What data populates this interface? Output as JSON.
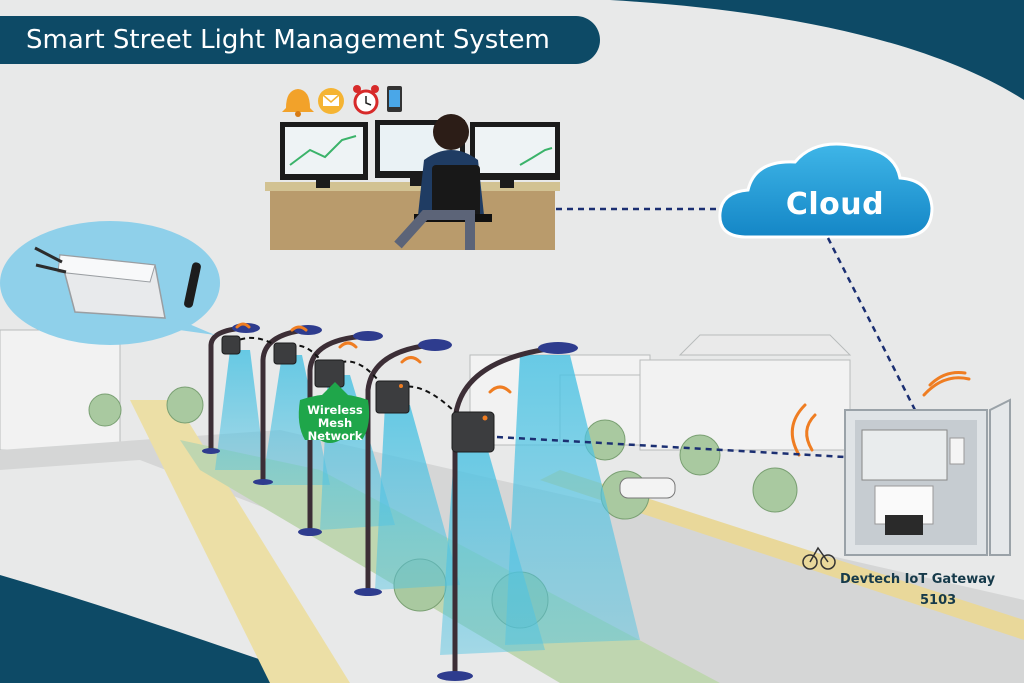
{
  "title": "Smart Street Light Management System",
  "cloud": {
    "label": "Cloud"
  },
  "mesh": {
    "label": "Wireless\nMesh\nNetwork"
  },
  "gateway": {
    "name": "Devtech IoT Gateway",
    "model": "5103"
  },
  "alerts": {
    "icons": [
      "bell-icon",
      "email-icon",
      "alarm-clock-icon",
      "mobile-phone-icon"
    ]
  },
  "colors": {
    "brand_dark": "#0d4a66",
    "cloud_blue": "#1f9fd8",
    "light_beam": "#4fc3e3",
    "mesh_green": "#1fa64a",
    "signal_orange": "#ef7d22",
    "link_dash": "#1b2f72"
  }
}
